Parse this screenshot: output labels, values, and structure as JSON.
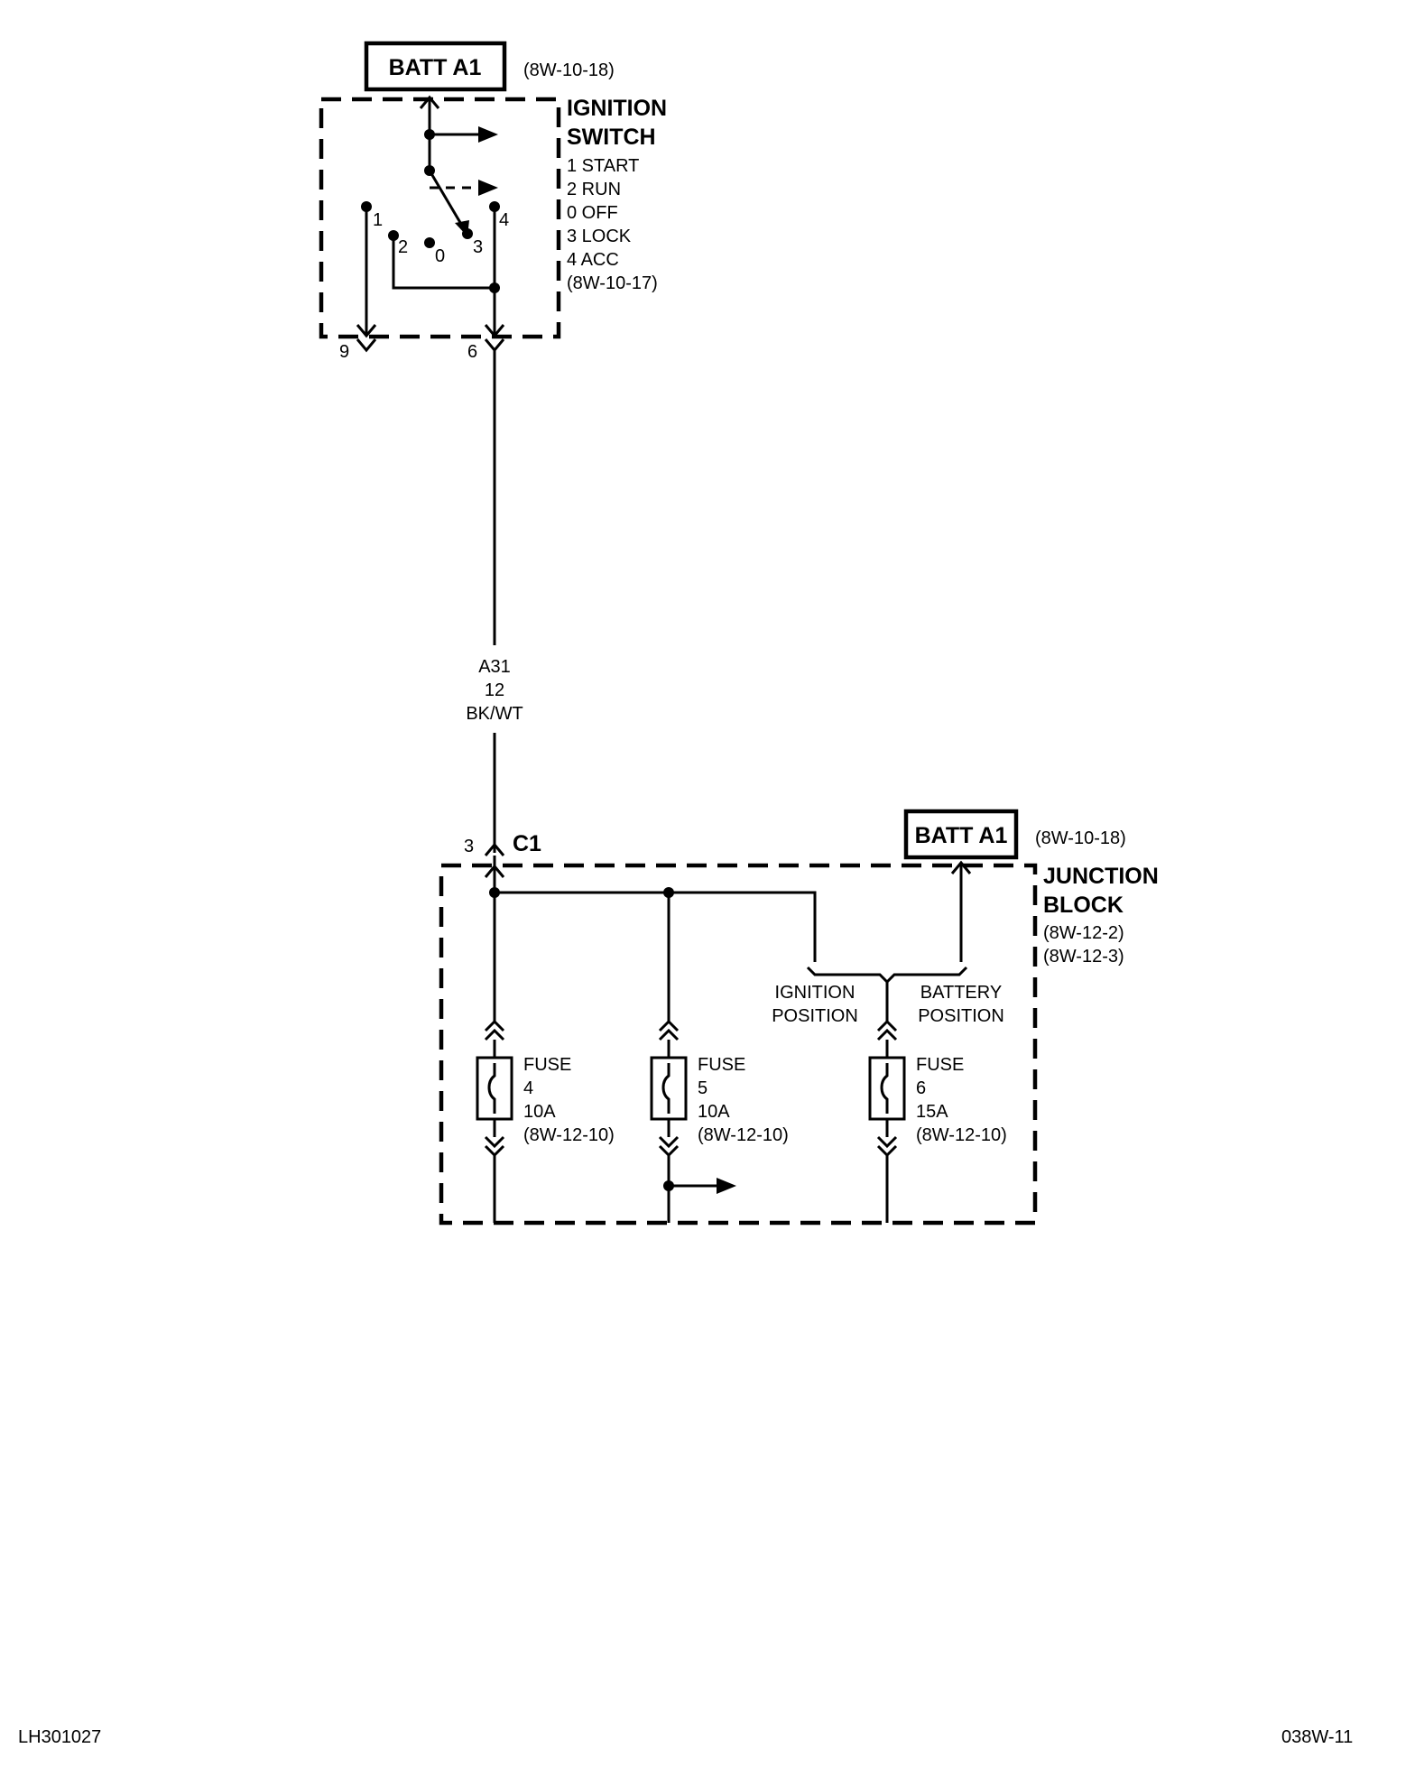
{
  "ignition_switch": {
    "title_line1": "IGNITION",
    "title_line2": "SWITCH",
    "positions": [
      "1 START",
      "2 RUN",
      "0 OFF",
      "3 LOCK",
      "4 ACC"
    ],
    "ref": "(8W-10-17)",
    "contact_labels": {
      "c1": "1",
      "c2": "2",
      "c0": "0",
      "c3": "3",
      "c4": "4"
    },
    "pin_labels": {
      "p9": "9",
      "p6": "6"
    }
  },
  "batt_top": {
    "label": "BATT A1",
    "ref": "(8W-10-18)"
  },
  "wire": {
    "circuit": "A31",
    "gauge": "12",
    "color": "BK/WT"
  },
  "connector": {
    "pin": "3",
    "name": "C1"
  },
  "junction_block": {
    "title_line1": "JUNCTION",
    "title_line2": "BLOCK",
    "refs": [
      "(8W-12-2)",
      "(8W-12-3)"
    ]
  },
  "batt_bottom": {
    "label": "BATT A1",
    "ref": "(8W-10-18)"
  },
  "positions": {
    "ignition_1": "IGNITION",
    "ignition_2": "POSITION",
    "battery_1": "BATTERY",
    "battery_2": "POSITION"
  },
  "fuses": [
    {
      "word": "FUSE",
      "number": "4",
      "rating": "10A",
      "ref": "(8W-12-10)"
    },
    {
      "word": "FUSE",
      "number": "5",
      "rating": "10A",
      "ref": "(8W-12-10)"
    },
    {
      "word": "FUSE",
      "number": "6",
      "rating": "15A",
      "ref": "(8W-12-10)"
    }
  ],
  "footer": {
    "left": "LH301027",
    "right": "038W-11"
  }
}
